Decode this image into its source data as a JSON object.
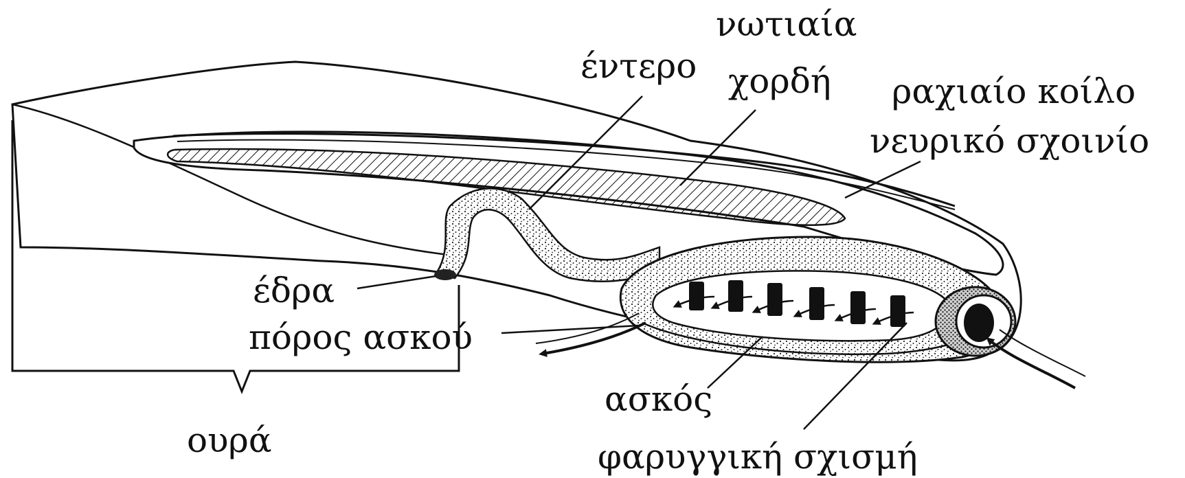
{
  "labels": {
    "enteron": "έντερο",
    "notochord_l1": "νωτιαία",
    "notochord_l2": "χορδή",
    "nerve_cord_l1": "ραχιαίο κοίλο",
    "nerve_cord_l2": "νευρικό σχοινίο",
    "anus": "έδρα",
    "atriopore": "πόρος ασκού",
    "atrium": "ασκός",
    "tail": "ουρά",
    "pharyngeal_slit": "φαρυγγική σχισμή"
  },
  "colors": {
    "ink": "#111111",
    "paper": "#ffffff"
  }
}
